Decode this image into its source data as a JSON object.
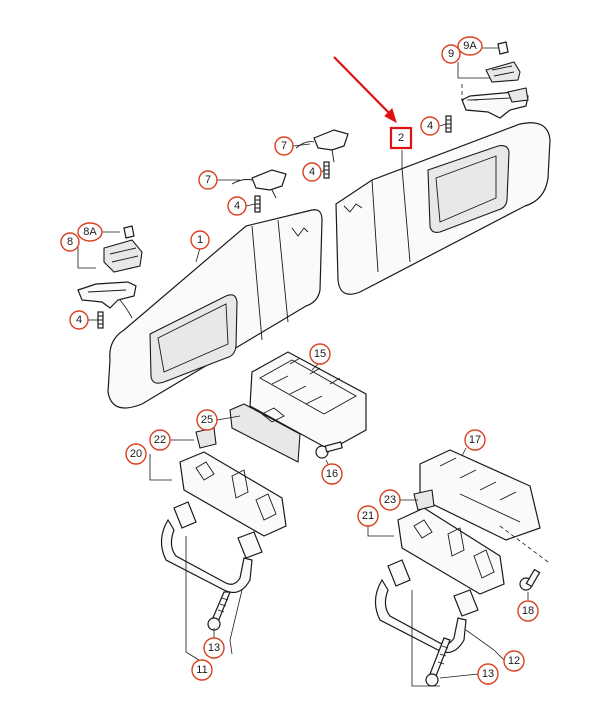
{
  "diagram": {
    "callouts": [
      "1",
      "2",
      "4",
      "4",
      "4",
      "4",
      "7",
      "7",
      "8",
      "8A",
      "9",
      "9A",
      "11",
      "12",
      "13",
      "13",
      "15",
      "16",
      "17",
      "18",
      "20",
      "21",
      "22",
      "23",
      "25"
    ],
    "highlighted": "2",
    "arrow_color": "#e01010",
    "callout_color": "#d9401f"
  }
}
